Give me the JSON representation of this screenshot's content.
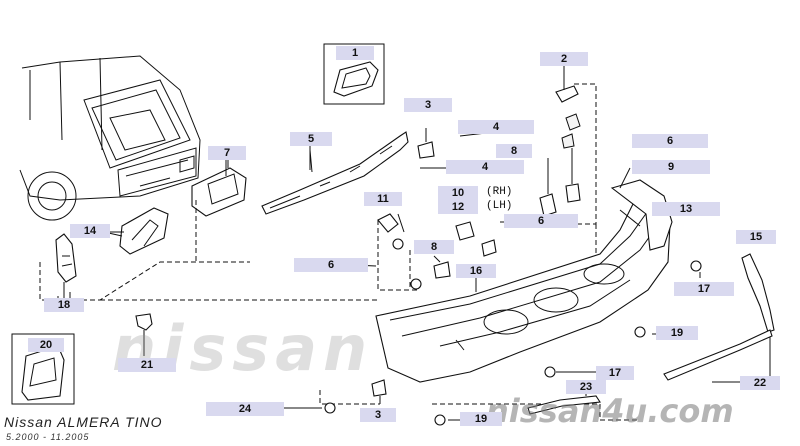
{
  "title": "Nissan ALMERA TINO",
  "subtitle": "5.2000 - 11.2005",
  "watermark": "nissan4u.com",
  "watermark_large": "nissan",
  "watermark_mid": "4u.com",
  "label_color": "#d9d9ef",
  "rh": "(RH)",
  "lh": "(LH)",
  "callouts": {
    "c1": "1",
    "c2": "2",
    "c3a": "3",
    "c3b": "3",
    "c4a": "4",
    "c4b": "4",
    "c5": "5",
    "c6a": "6",
    "c6b": "6",
    "c6c": "6",
    "c7": "7",
    "c8a": "8",
    "c8b": "8",
    "c9": "9",
    "c10": "10",
    "c11": "11",
    "c12": "12",
    "c13": "13",
    "c14": "14",
    "c15": "15",
    "c16": "16",
    "c17a": "17",
    "c17b": "17",
    "c18": "18",
    "c19a": "19",
    "c19b": "19",
    "c20": "20",
    "c21": "21",
    "c22": "22",
    "c23": "23",
    "c24": "24"
  }
}
